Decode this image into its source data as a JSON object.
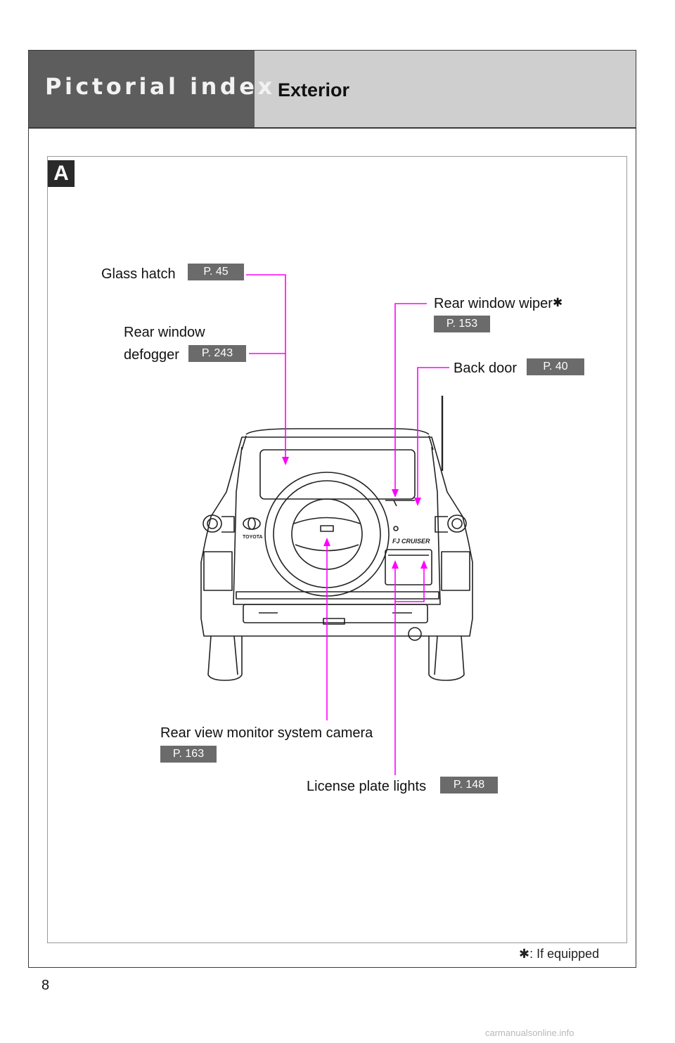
{
  "header": {
    "title": "Pictorial index",
    "section": "Exterior"
  },
  "marker": "A",
  "callouts": [
    {
      "label": "Glass hatch",
      "page": "P. 45"
    },
    {
      "label_line1": "Rear window",
      "label_line2": "defogger",
      "page": "P. 243"
    },
    {
      "label": "Rear window wiper",
      "page": "P. 153"
    },
    {
      "label": "Back door",
      "page": "P. 40"
    },
    {
      "label": "Rear view monitor system camera",
      "page": "P. 163"
    },
    {
      "label": "License plate lights",
      "page": "P. 148"
    }
  ],
  "footnote": "✱: If equipped",
  "asterisk": "✱",
  "page_number": "8",
  "watermark": "carmanualsonline.info",
  "colors": {
    "leader": "#ff00ff",
    "header_dark": "#5d5d5d",
    "header_light": "#cfcfcf",
    "page_badge": "#6b6b6b"
  }
}
